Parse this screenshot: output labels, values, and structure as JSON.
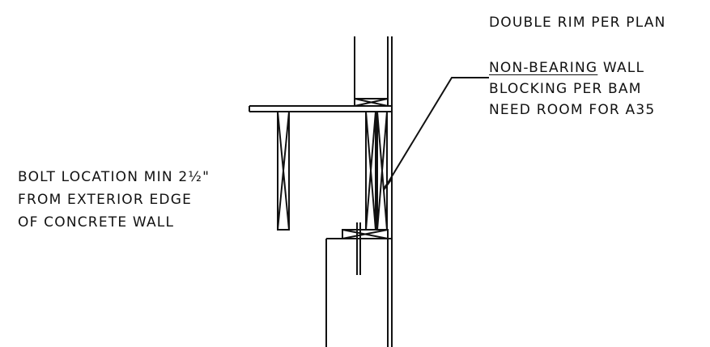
{
  "notes": {
    "double_rim": "DOUBLE RIM PER PLAN",
    "non_bearing_title": "NON-BEARING",
    "non_bearing_rest": " WALL",
    "blocking": "BLOCKING PER BAM",
    "need_room": "NEED ROOM FOR A35",
    "bolt_line1": "BOLT LOCATION MIN 2½\"",
    "bolt_line2": "FROM EXTERIOR EDGE",
    "bolt_line3": "OF CONCRETE WALL"
  }
}
